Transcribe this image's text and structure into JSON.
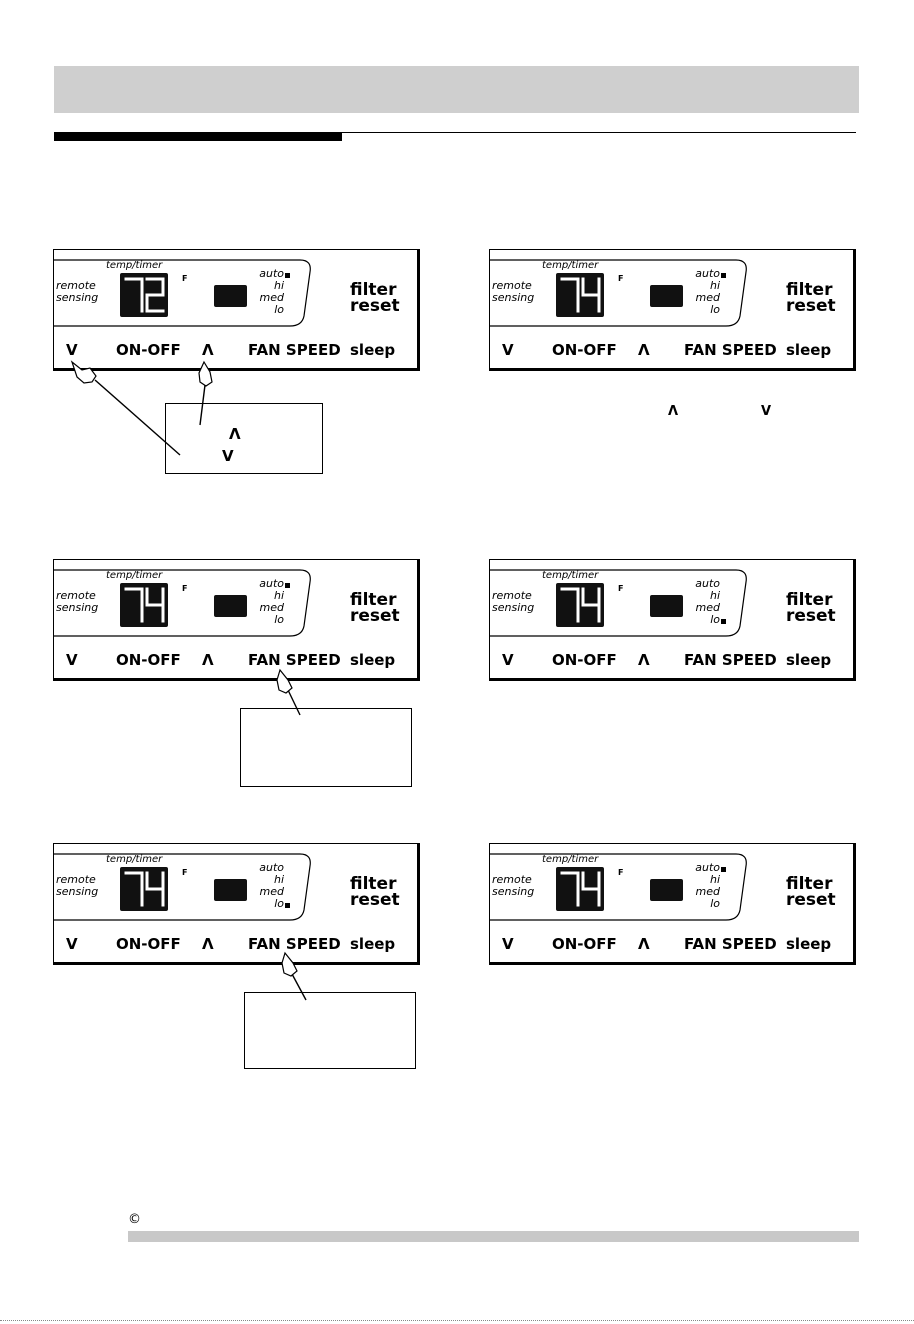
{
  "panel_labels": {
    "temp_timer": "temp/timer",
    "remote": "remote",
    "sensing": "sensing",
    "f": "F",
    "auto": "auto",
    "hi": "hi",
    "med": "med",
    "lo": "lo",
    "filter": "filter",
    "reset": "reset",
    "down": "V",
    "on_off": "ON-OFF",
    "up": "Λ",
    "fan_speed": "FAN SPEED",
    "sleep": "sleep"
  },
  "panels": [
    {
      "temp": "72",
      "fan": "auto"
    },
    {
      "temp": "74",
      "fan": "auto"
    },
    {
      "temp": "74",
      "fan": "auto"
    },
    {
      "temp": "74",
      "fan": "lo"
    },
    {
      "temp": "74",
      "fan": "lo"
    },
    {
      "temp": "74",
      "fan": "auto"
    }
  ],
  "callout": {
    "up_arrow": "Λ",
    "down_arrow": "V"
  },
  "hint_arrows": {
    "up": "Λ",
    "down": "V"
  },
  "footer": {
    "copyright": "©"
  }
}
